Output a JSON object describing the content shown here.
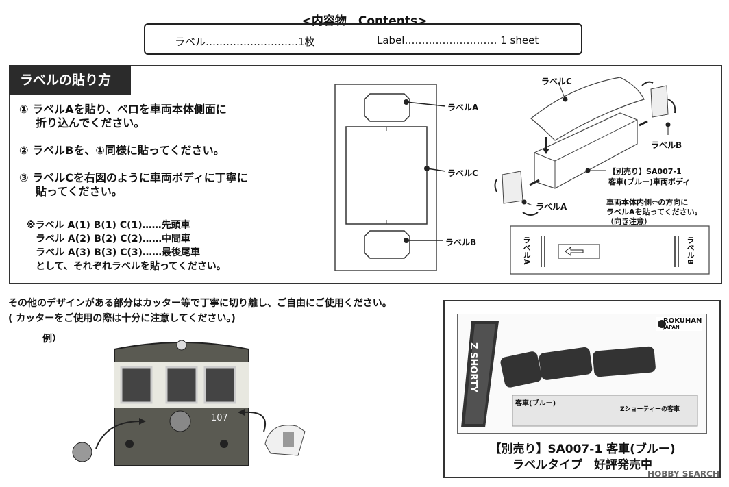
{
  "contents": {
    "title": "<内容物　Contents>",
    "jp_line": "ラベル………………………1枚",
    "en_line": "Label……………………… 1 sheet"
  },
  "howto": {
    "title": "ラベルの貼り方",
    "step1_line1": "① ラベルAを貼り、ベロを車両本体側面に",
    "step1_line2": "折り込んでください。",
    "step2": "② ラベルBを、①同様に貼ってください。",
    "step3_line1": "③ ラベルCを右図のように車両ボディに丁寧に",
    "step3_line2": "貼ってください。",
    "note_line1": "※ラベル A(1) B(1) C(1)‥‥‥先頭車",
    "note_line2": "ラベル A(2) B(2) C(2)‥‥‥中間車",
    "note_line3": "ラベル A(3) B(3) C(3)‥‥‥最後尾車",
    "note_line4": "として、それぞれラベルを貼ってください。"
  },
  "sheet_diagram": {
    "label_a": "ラベルA",
    "label_c": "ラベルC",
    "label_b": "ラベルB"
  },
  "assembly_diagram": {
    "label_c": "ラベルC",
    "label_b": "ラベルB",
    "label_a": "ラベルA",
    "product_line1": "【別売り】SA007-1",
    "product_line2": "客車(ブルー)車両ボディ",
    "inner_note_line1": "車両本体内側⇦の方向に",
    "inner_note_line2": "ラベルAを貼ってください。",
    "inner_note_line3": "（向き注意）",
    "side_a": "ラベルA",
    "side_b": "ラベルB"
  },
  "footer": {
    "line1": "その他のデザインがある部分はカッター等で丁寧に切り離し、ご自由にご使用ください。",
    "line2": "( カッターをご使用の際は十分に注意してください。)",
    "example": "例）",
    "car_number": "107"
  },
  "product": {
    "brand": "ROKUHAN",
    "brand_sub": "JAPAN",
    "series": "Z SHORTY",
    "caption_line1": "【別売り】SA007-1 客車(ブルー)",
    "caption_line2": "ラベルタイプ　好評発売中",
    "box_title": "客車(ブルー)",
    "box_sub": "Zショーティーの客車"
  },
  "watermark": "HOBBY SEARCH"
}
